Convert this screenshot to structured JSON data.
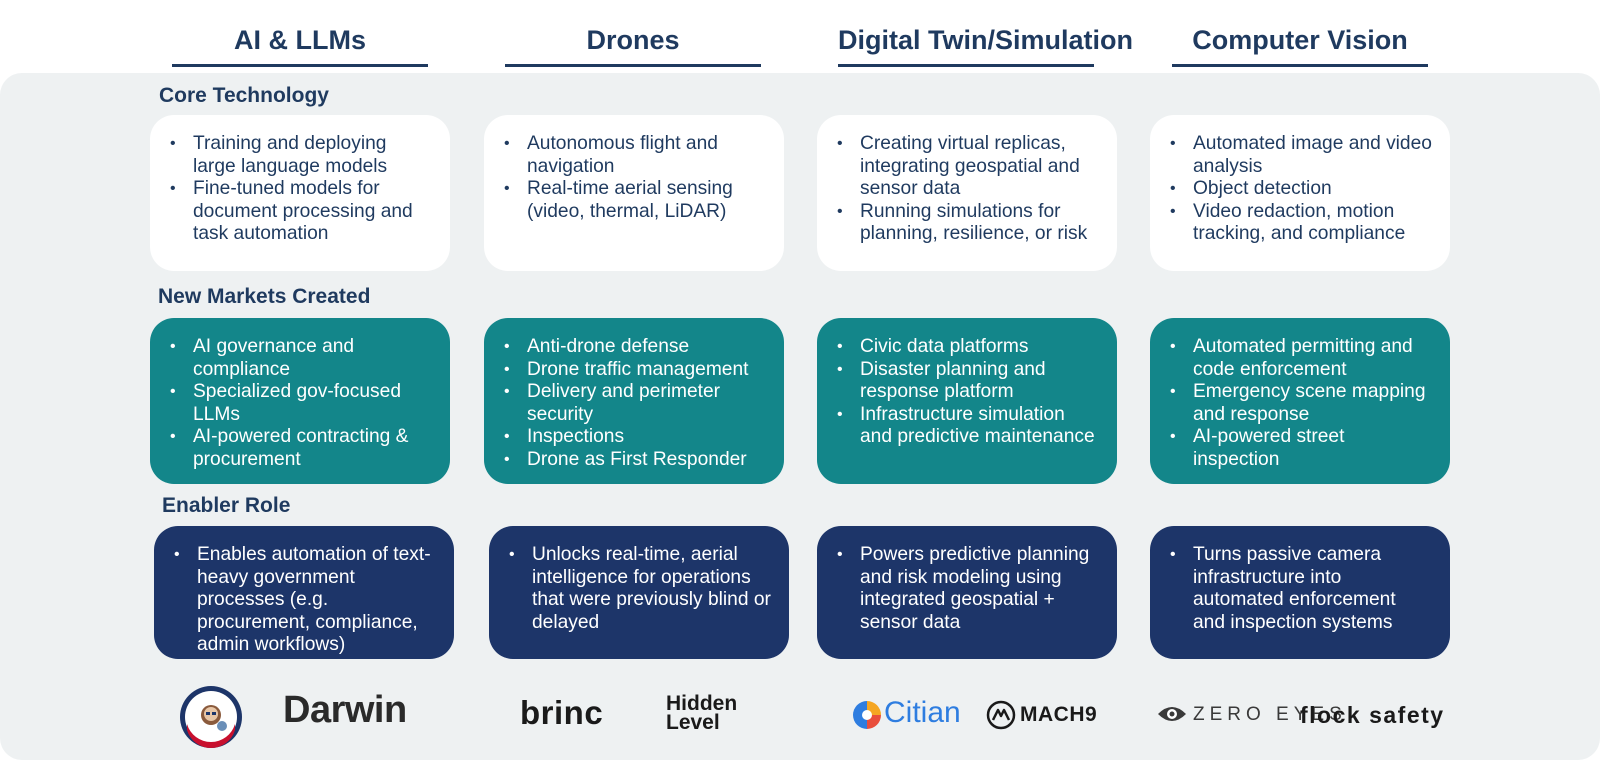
{
  "columns": [
    {
      "title": "AI & LLMs"
    },
    {
      "title": "Drones"
    },
    {
      "title": "Digital Twin/Simulation"
    },
    {
      "title": "Computer Vision"
    }
  ],
  "rows": {
    "core": {
      "label": "Core Technology",
      "cards": [
        [
          "Training and deploying large language models",
          "Fine-tuned models for document processing and task automation"
        ],
        [
          "Autonomous flight and navigation",
          "Real-time aerial sensing (video, thermal, LiDAR)"
        ],
        [
          "Creating virtual replicas, integrating geospatial and sensor data",
          "Running simulations for planning, resilience, or risk"
        ],
        [
          "Automated image and video analysis",
          "Object detection",
          "Video redaction, motion tracking, and compliance"
        ]
      ]
    },
    "markets": {
      "label": "New Markets Created",
      "cards": [
        [
          "AI governance and compliance",
          "Specialized gov-focused LLMs",
          "AI-powered contracting & procurement"
        ],
        [
          "Anti-drone defense",
          "Drone traffic management",
          "Delivery and perimeter security",
          "Inspections",
          "Drone as First Responder"
        ],
        [
          "Civic data platforms",
          "Disaster planning and response platform",
          "Infrastructure simulation and predictive maintenance"
        ],
        [
          "Automated permitting and code enforcement",
          "Emergency scene mapping and response",
          "AI-powered street inspection"
        ]
      ]
    },
    "enabler": {
      "label": "Enabler Role",
      "cards": [
        [
          "Enables automation of text-heavy government processes (e.g. procurement, compliance, admin workflows)"
        ],
        [
          "Unlocks real-time, aerial intelligence for operations that were previously blind or delayed"
        ],
        [
          "Powers predictive planning and risk modeling using integrated geospatial + sensor data"
        ],
        [
          "Turns passive camera infrastructure into automated enforcement and inspection systems"
        ]
      ]
    }
  },
  "logos": {
    "badge": {
      "icon": "seal-logo-icon"
    },
    "darwin": "Darwin",
    "brinc": "brinc",
    "hidden_level": {
      "line1": "Hidden",
      "line2": "Level"
    },
    "citian": "Citian",
    "mach9": "MACH9",
    "zeroeyes": "ZERO EYES",
    "flock": "flock safety"
  },
  "colors": {
    "navy_text": "#1f3a5f",
    "panel_bg": "#eef1f2",
    "teal": "#13868a",
    "navy": "#1d3569",
    "citian_blue": "#2e7de0"
  }
}
